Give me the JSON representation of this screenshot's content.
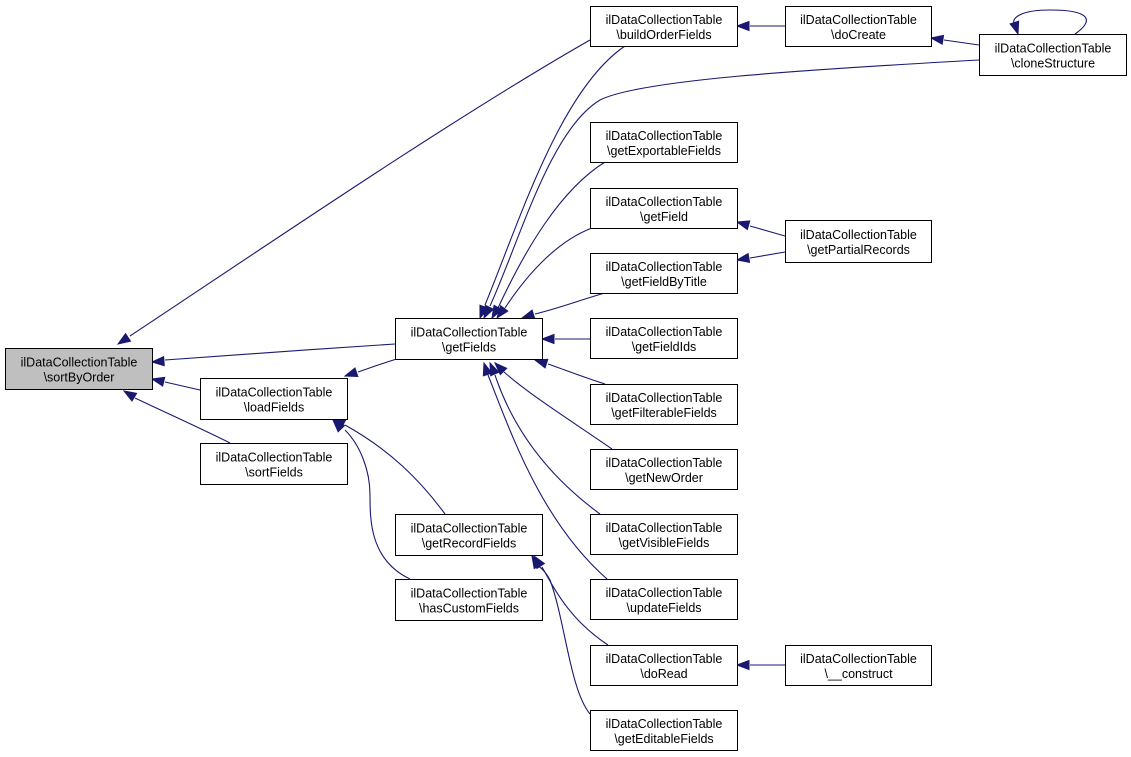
{
  "graph": {
    "type": "caller-graph",
    "colors": {
      "edge": "#191970",
      "root_fill": "#bfbfbf",
      "node_fill": "#ffffff",
      "border": "#000000"
    },
    "nodes": [
      {
        "id": "sortByOrder",
        "line1": "ilDataCollectionTable",
        "line2": "\\sortByOrder",
        "root": true
      },
      {
        "id": "loadFields",
        "line1": "ilDataCollectionTable",
        "line2": "\\loadFields"
      },
      {
        "id": "sortFields",
        "line1": "ilDataCollectionTable",
        "line2": "\\sortFields"
      },
      {
        "id": "getFields",
        "line1": "ilDataCollectionTable",
        "line2": "\\getFields"
      },
      {
        "id": "getRecordFields",
        "line1": "ilDataCollectionTable",
        "line2": "\\getRecordFields"
      },
      {
        "id": "hasCustomFields",
        "line1": "ilDataCollectionTable",
        "line2": "\\hasCustomFields"
      },
      {
        "id": "buildOrderFields",
        "line1": "ilDataCollectionTable",
        "line2": "\\buildOrderFields"
      },
      {
        "id": "getExportableFields",
        "line1": "ilDataCollectionTable",
        "line2": "\\getExportableFields"
      },
      {
        "id": "getField",
        "line1": "ilDataCollectionTable",
        "line2": "\\getField"
      },
      {
        "id": "getFieldByTitle",
        "line1": "ilDataCollectionTable",
        "line2": "\\getFieldByTitle"
      },
      {
        "id": "getFieldIds",
        "line1": "ilDataCollectionTable",
        "line2": "\\getFieldIds"
      },
      {
        "id": "getFilterableFields",
        "line1": "ilDataCollectionTable",
        "line2": "\\getFilterableFields"
      },
      {
        "id": "getNewOrder",
        "line1": "ilDataCollectionTable",
        "line2": "\\getNewOrder"
      },
      {
        "id": "getVisibleFields",
        "line1": "ilDataCollectionTable",
        "line2": "\\getVisibleFields"
      },
      {
        "id": "updateFields",
        "line1": "ilDataCollectionTable",
        "line2": "\\updateFields"
      },
      {
        "id": "doRead",
        "line1": "ilDataCollectionTable",
        "line2": "\\doRead"
      },
      {
        "id": "getEditableFields",
        "line1": "ilDataCollectionTable",
        "line2": "\\getEditableFields"
      },
      {
        "id": "doCreate",
        "line1": "ilDataCollectionTable",
        "line2": "\\doCreate"
      },
      {
        "id": "getPartialRecords",
        "line1": "ilDataCollectionTable",
        "line2": "\\getPartialRecords"
      },
      {
        "id": "construct",
        "line1": "ilDataCollectionTable",
        "line2": "\\__construct"
      },
      {
        "id": "cloneStructure",
        "line1": "ilDataCollectionTable",
        "line2": "\\cloneStructure"
      }
    ],
    "edges": [
      {
        "from": "loadFields",
        "to": "sortByOrder"
      },
      {
        "from": "sortFields",
        "to": "sortByOrder"
      },
      {
        "from": "getFields",
        "to": "sortByOrder"
      },
      {
        "from": "buildOrderFields",
        "to": "sortByOrder"
      },
      {
        "from": "getFields",
        "to": "loadFields"
      },
      {
        "from": "getRecordFields",
        "to": "loadFields"
      },
      {
        "from": "hasCustomFields",
        "to": "loadFields"
      },
      {
        "from": "buildOrderFields",
        "to": "getFields"
      },
      {
        "from": "cloneStructure",
        "to": "getFields"
      },
      {
        "from": "getExportableFields",
        "to": "getFields"
      },
      {
        "from": "getField",
        "to": "getFields"
      },
      {
        "from": "getFieldByTitle",
        "to": "getFields"
      },
      {
        "from": "getFieldIds",
        "to": "getFields"
      },
      {
        "from": "getFilterableFields",
        "to": "getFields"
      },
      {
        "from": "getNewOrder",
        "to": "getFields"
      },
      {
        "from": "getVisibleFields",
        "to": "getFields"
      },
      {
        "from": "updateFields",
        "to": "getFields"
      },
      {
        "from": "doRead",
        "to": "getRecordFields"
      },
      {
        "from": "getEditableFields",
        "to": "getRecordFields"
      },
      {
        "from": "doCreate",
        "to": "buildOrderFields"
      },
      {
        "from": "cloneStructure",
        "to": "doCreate"
      },
      {
        "from": "cloneStructure",
        "to": "cloneStructure"
      },
      {
        "from": "getPartialRecords",
        "to": "getField"
      },
      {
        "from": "getPartialRecords",
        "to": "getFieldByTitle"
      },
      {
        "from": "construct",
        "to": "doRead"
      }
    ]
  }
}
